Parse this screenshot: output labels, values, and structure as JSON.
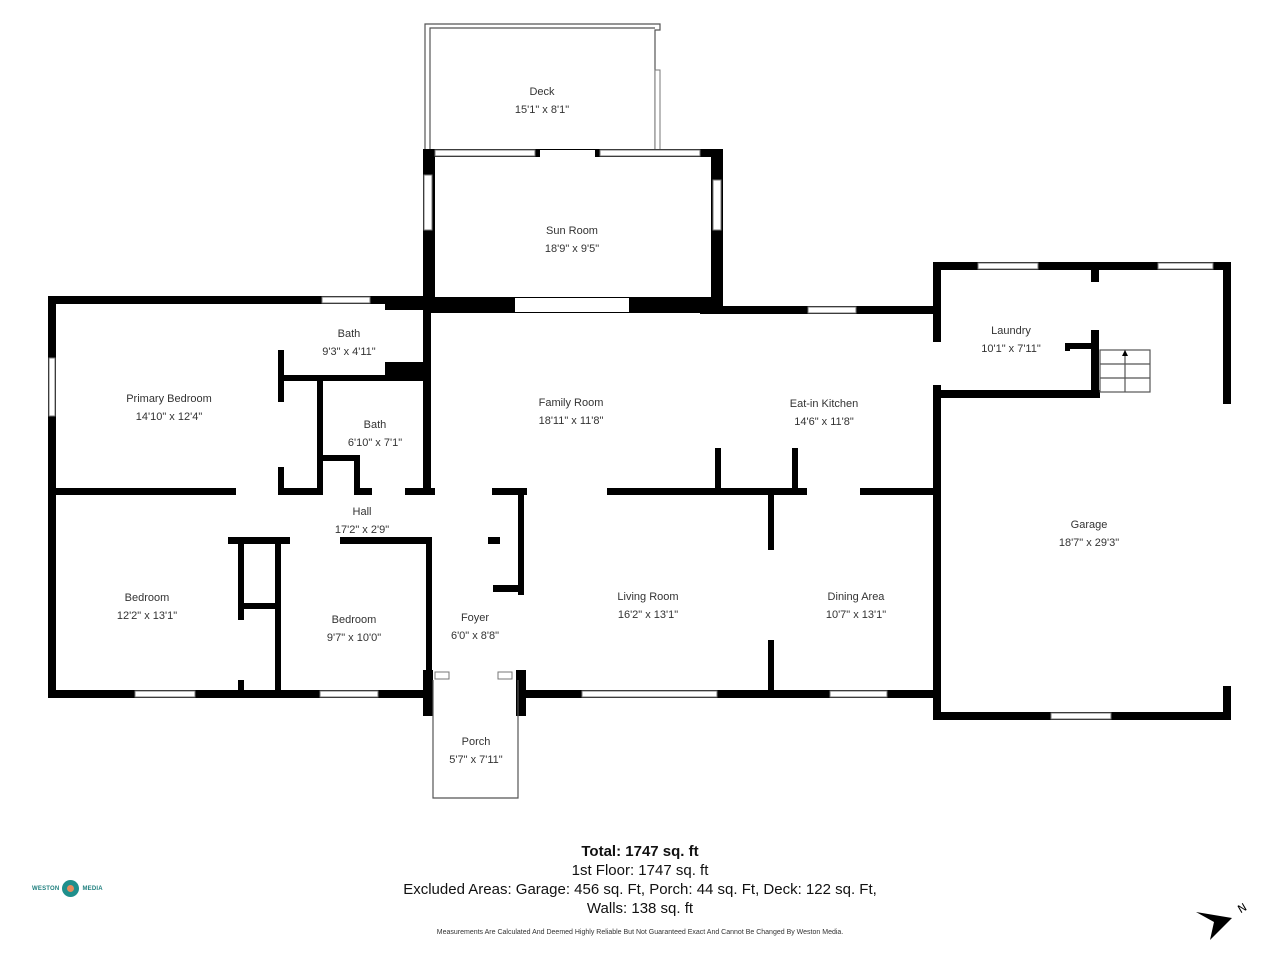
{
  "floorplan": {
    "rooms": [
      {
        "id": "deck",
        "name": "Deck",
        "dims": "15'1\" x 8'1\""
      },
      {
        "id": "sun-room",
        "name": "Sun Room",
        "dims": "18'9\" x 9'5\""
      },
      {
        "id": "primary-bedroom",
        "name": "Primary Bedroom",
        "dims": "14'10\" x 12'4\""
      },
      {
        "id": "bath-1",
        "name": "Bath",
        "dims": "9'3\" x 4'11\""
      },
      {
        "id": "bath-2",
        "name": "Bath",
        "dims": "6'10\" x 7'1\""
      },
      {
        "id": "family-room",
        "name": "Family Room",
        "dims": "18'11\" x 11'8\""
      },
      {
        "id": "eat-in-kitchen",
        "name": "Eat-in Kitchen",
        "dims": "14'6\" x 11'8\""
      },
      {
        "id": "laundry",
        "name": "Laundry",
        "dims": "10'1\" x 7'11\""
      },
      {
        "id": "garage",
        "name": "Garage",
        "dims": "18'7\" x 29'3\""
      },
      {
        "id": "hall",
        "name": "Hall",
        "dims": "17'2\" x 2'9\""
      },
      {
        "id": "bedroom-1",
        "name": "Bedroom",
        "dims": "12'2\" x 13'1\""
      },
      {
        "id": "bedroom-2",
        "name": "Bedroom",
        "dims": "9'7\" x 10'0\""
      },
      {
        "id": "foyer",
        "name": "Foyer",
        "dims": "6'0\" x 8'8\""
      },
      {
        "id": "living-room",
        "name": "Living Room",
        "dims": "16'2\" x 13'1\""
      },
      {
        "id": "dining-area",
        "name": "Dining Area",
        "dims": "10'7\" x 13'1\""
      },
      {
        "id": "porch",
        "name": "Porch",
        "dims": "5'7\" x 7'11\""
      }
    ]
  },
  "summary": {
    "total": "Total: 1747 sq. ft",
    "first_floor": "1st Floor: 1747 sq. ft",
    "excluded": "Excluded Areas: Garage: 456 sq. Ft, Porch: 44 sq. Ft, Deck: 122 sq. Ft,",
    "walls": "Walls: 138 sq. ft",
    "disclaimer": "Measurements Are Calculated And Deemed Highly Reliable But Not Guaranteed Exact And Cannot Be Changed By Weston Media."
  },
  "branding": {
    "left": "WESTON",
    "right": "MEDIA",
    "teal": "#1f8f8c",
    "orange": "#e98b5c"
  },
  "compass": {
    "label": "N"
  }
}
